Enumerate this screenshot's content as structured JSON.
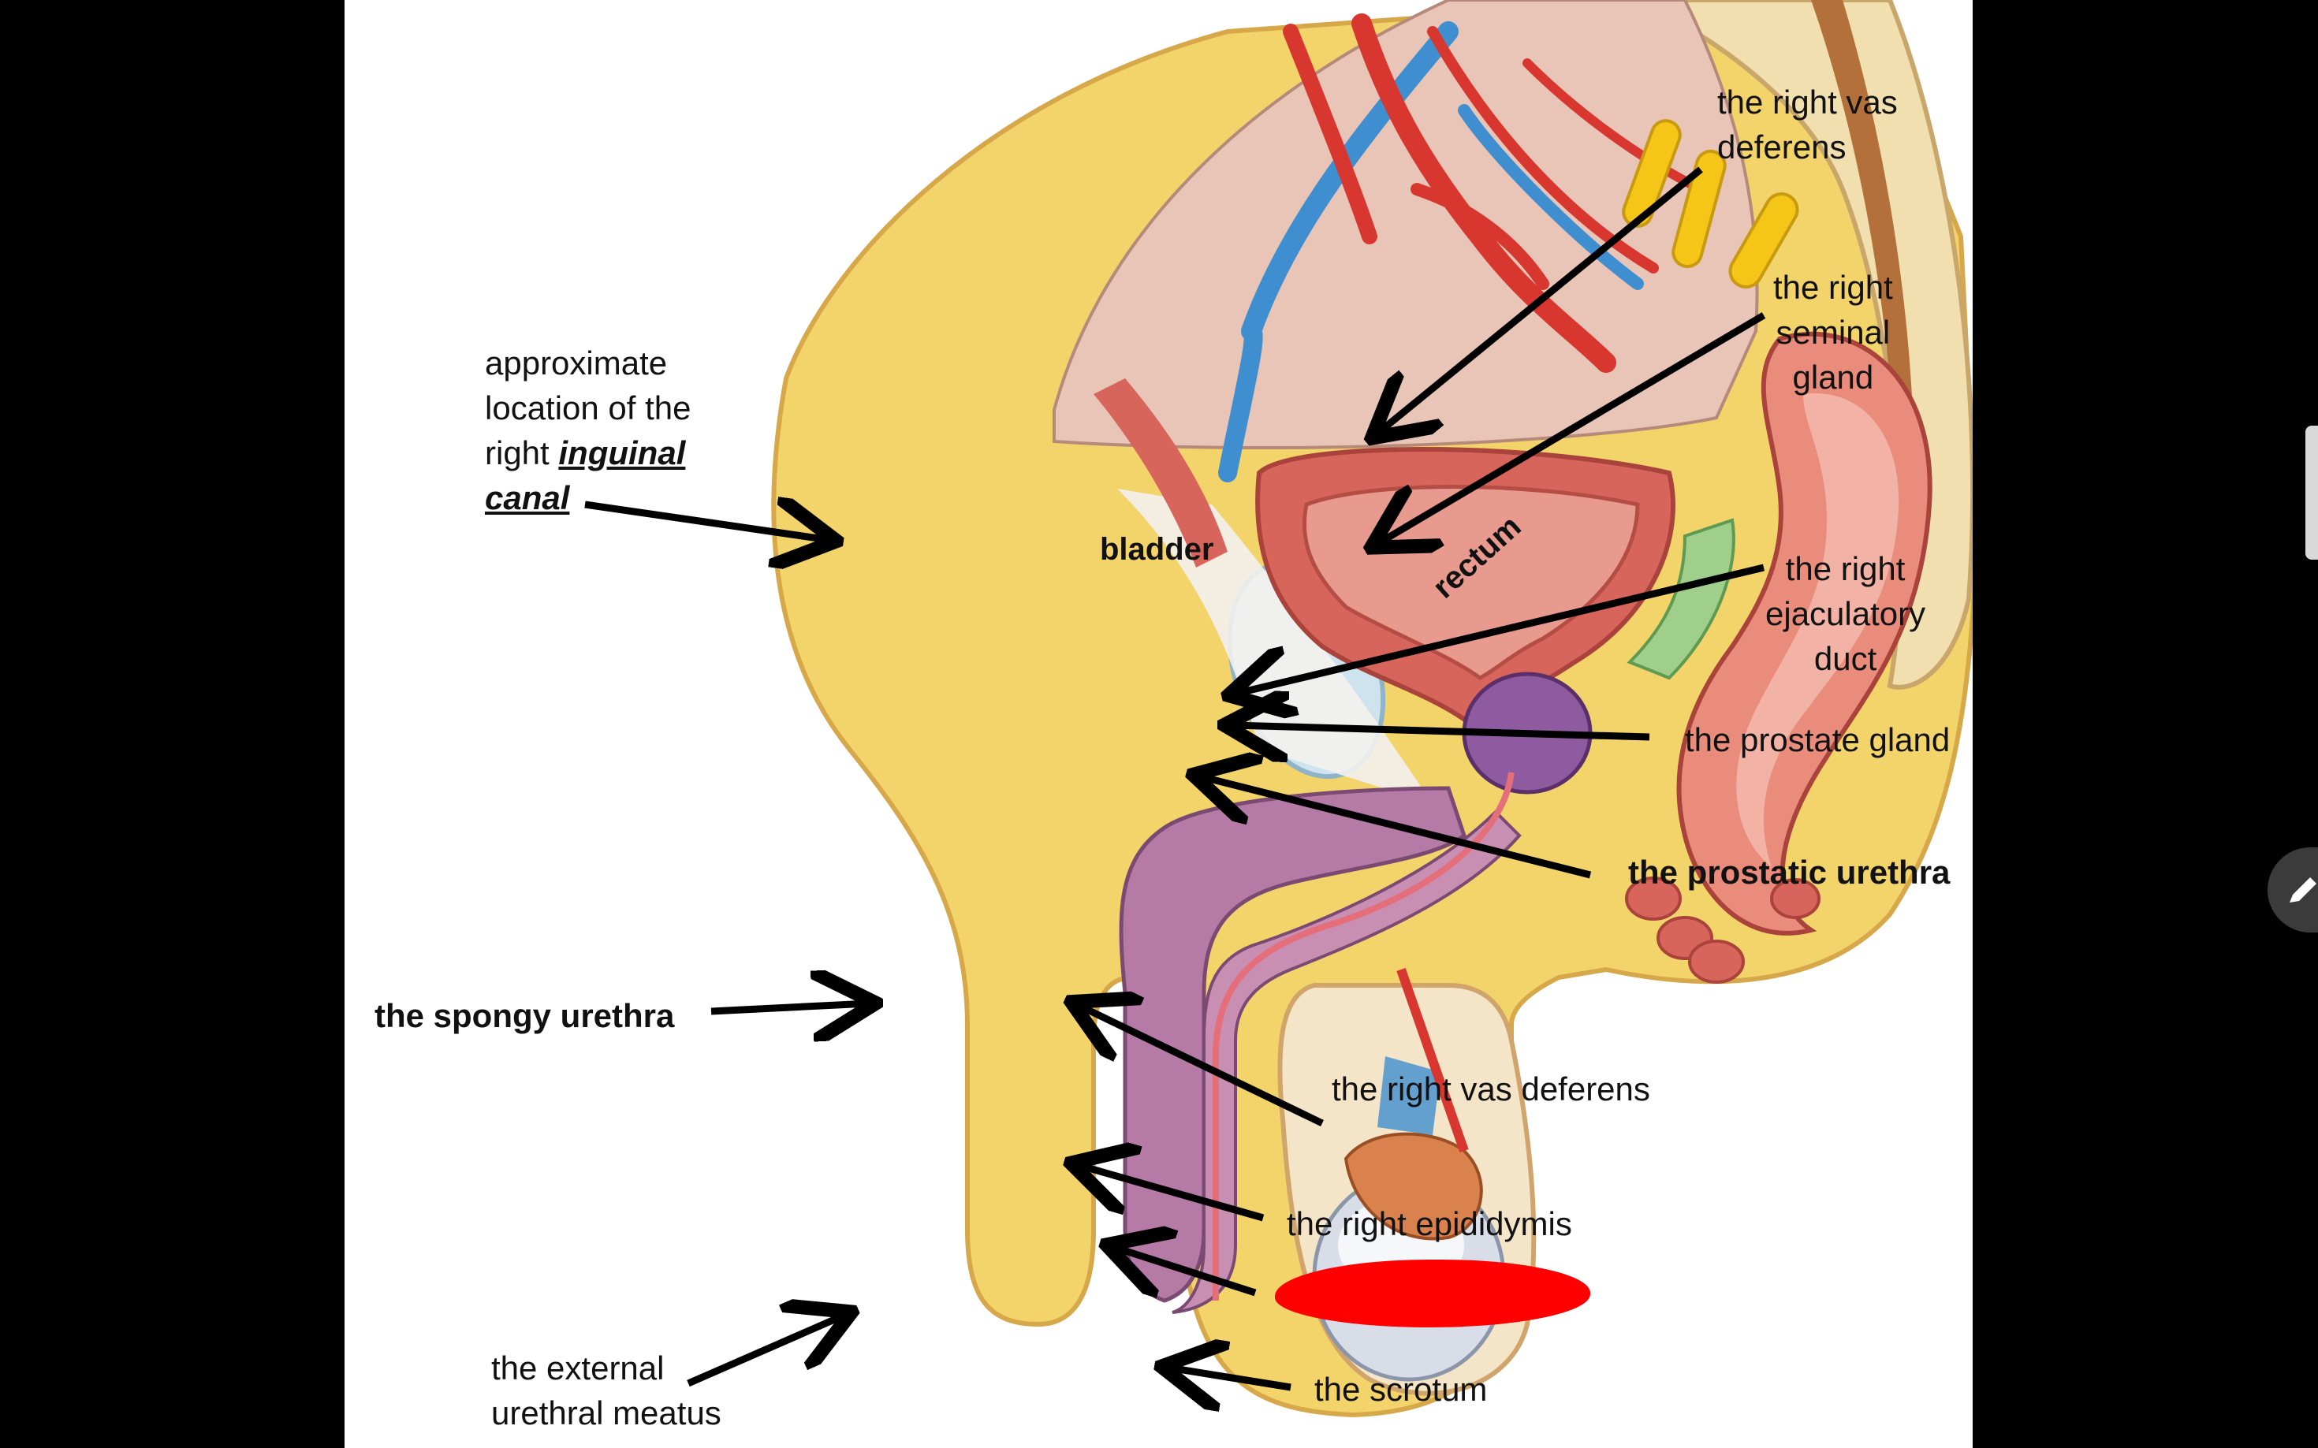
{
  "labels": {
    "vas_deferens_top": "the right vas\ndeferens",
    "seminal_gland": "the right\nseminal\ngland",
    "inguinal_line1": "approximate\nlocation of the\nright ",
    "inguinal_canal_word1": "inguinal",
    "inguinal_canal_word2": "canal",
    "ejaculatory_duct": "the right\nejaculatory\nduct",
    "prostate_gland": "the prostate gland",
    "prostatic_urethra": "the prostatic urethra",
    "spongy_urethra": "the spongy urethra",
    "vas_deferens_bottom": "the right vas deferens",
    "epididymis": "the right epididymis",
    "scrotum": "the scrotum",
    "external_meatus": "the external\nurethral meatus",
    "bladder": "bladder",
    "rectum": "rectum"
  },
  "colors": {
    "background": "#000000",
    "slide": "#ffffff",
    "redaction": "#ff0000",
    "fat": "#f3d46a",
    "muscle": "#d8655c",
    "erectile": "#9c5a8c",
    "bone": "#f1dfb0",
    "artery": "#d8372f",
    "vein": "#3f8fd0",
    "nerve": "#f5c518"
  },
  "icons": {
    "scroll": "scrollbar-thumb",
    "pen": "pencil-icon"
  }
}
